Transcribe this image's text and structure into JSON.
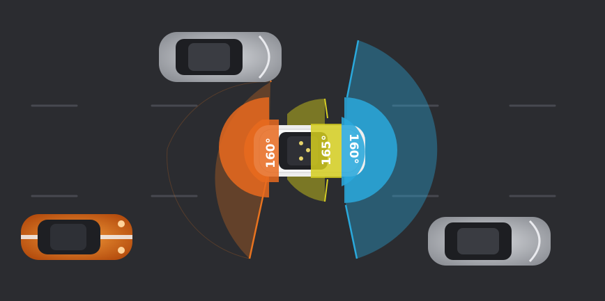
{
  "cameras": {
    "rear": {
      "angle_label": "160°",
      "color": "#e86a1e"
    },
    "side": {
      "angle_label": "165°",
      "color": "#c9c21a"
    },
    "front": {
      "angle_label": "160°",
      "color": "#2aa9dc"
    }
  },
  "colors": {
    "background": "#2b2c30",
    "lane_marking": "#4a4c52",
    "traffic_car_gray": "#b9bcc2",
    "traffic_car_orange": "#e07a1c",
    "ego_car": "#f2f2f2"
  },
  "vehicles": [
    {
      "name": "ego-car",
      "color": "white"
    },
    {
      "name": "gray-car-top-left",
      "color": "gray"
    },
    {
      "name": "gray-car-bottom-right",
      "color": "gray"
    },
    {
      "name": "orange-sports-car",
      "color": "orange"
    }
  ]
}
